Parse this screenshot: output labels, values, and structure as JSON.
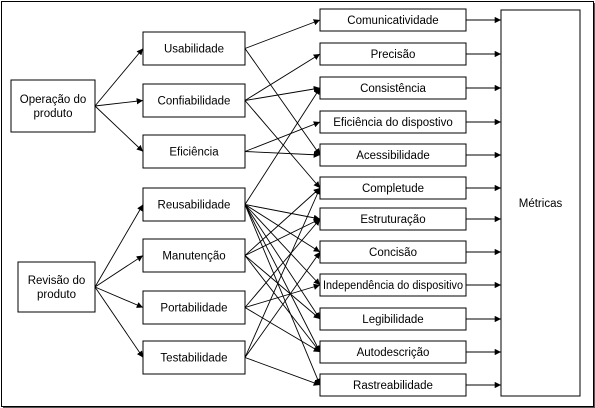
{
  "diagram": {
    "sources": [
      {
        "id": "s1",
        "lines": [
          "Operação do",
          "produto"
        ]
      },
      {
        "id": "s2",
        "lines": [
          "Revisão do",
          "produto"
        ]
      }
    ],
    "factors": [
      {
        "id": "usab",
        "label": "Usabilidade"
      },
      {
        "id": "conf",
        "label": "Confiabilidade"
      },
      {
        "id": "efic",
        "label": "Eficiência"
      },
      {
        "id": "reus",
        "label": "Reusabilidade"
      },
      {
        "id": "manu",
        "label": "Manutenção"
      },
      {
        "id": "port",
        "label": "Portabilidade"
      },
      {
        "id": "test",
        "label": "Testabilidade"
      }
    ],
    "criteria": [
      {
        "id": "c1",
        "label": "Comunicatividade"
      },
      {
        "id": "c2",
        "label": "Precisão"
      },
      {
        "id": "c3",
        "label": "Consistência"
      },
      {
        "id": "c4",
        "label": "Eficiência do dispostivo"
      },
      {
        "id": "c5",
        "label": "Acessibilidade"
      },
      {
        "id": "c6",
        "label": "Completude"
      },
      {
        "id": "c7",
        "label": "Estruturação"
      },
      {
        "id": "c8",
        "label": "Concisão"
      },
      {
        "id": "c9",
        "label": "Independência do dispositivo"
      },
      {
        "id": "c10",
        "label": "Legibilidade"
      },
      {
        "id": "c11",
        "label": "Autodescrição"
      },
      {
        "id": "c12",
        "label": "Rastreabilidade"
      }
    ],
    "target": {
      "id": "metr",
      "label": "Métricas"
    },
    "edges": [
      [
        "s1",
        "usab"
      ],
      [
        "s1",
        "conf"
      ],
      [
        "s1",
        "efic"
      ],
      [
        "s2",
        "reus"
      ],
      [
        "s2",
        "manu"
      ],
      [
        "s2",
        "port"
      ],
      [
        "s2",
        "test"
      ],
      [
        "usab",
        "c1"
      ],
      [
        "usab",
        "c5"
      ],
      [
        "conf",
        "c2"
      ],
      [
        "conf",
        "c3"
      ],
      [
        "conf",
        "c6"
      ],
      [
        "efic",
        "c4"
      ],
      [
        "efic",
        "c5"
      ],
      [
        "reus",
        "c3"
      ],
      [
        "reus",
        "c7"
      ],
      [
        "reus",
        "c8"
      ],
      [
        "reus",
        "c9"
      ],
      [
        "reus",
        "c10"
      ],
      [
        "reus",
        "c11"
      ],
      [
        "reus",
        "c12"
      ],
      [
        "manu",
        "c6"
      ],
      [
        "manu",
        "c7"
      ],
      [
        "manu",
        "c10"
      ],
      [
        "manu",
        "c11"
      ],
      [
        "port",
        "c7"
      ],
      [
        "port",
        "c9"
      ],
      [
        "port",
        "c11"
      ],
      [
        "test",
        "c6"
      ],
      [
        "test",
        "c8"
      ],
      [
        "test",
        "c12"
      ],
      [
        "c1",
        "metr"
      ],
      [
        "c2",
        "metr"
      ],
      [
        "c3",
        "metr"
      ],
      [
        "c4",
        "metr"
      ],
      [
        "c5",
        "metr"
      ],
      [
        "c6",
        "metr"
      ],
      [
        "c7",
        "metr"
      ],
      [
        "c8",
        "metr"
      ],
      [
        "c9",
        "metr"
      ],
      [
        "c10",
        "metr"
      ],
      [
        "c11",
        "metr"
      ],
      [
        "c12",
        "metr"
      ]
    ]
  }
}
